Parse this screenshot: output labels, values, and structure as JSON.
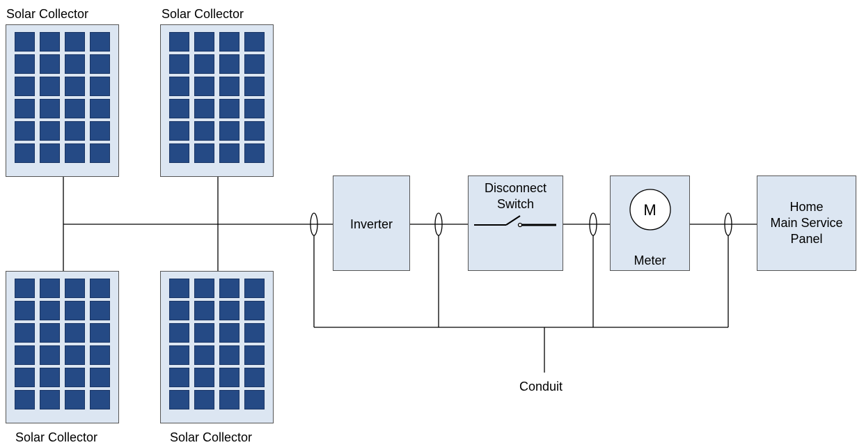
{
  "panels": {
    "top_left": "Solar Collector",
    "top_right": "Solar Collector",
    "bottom_left": "Solar Collector",
    "bottom_right": "Solar Collector"
  },
  "inverter": "Inverter",
  "disconnect": {
    "line1": "Disconnect",
    "line2": "Switch"
  },
  "meter": {
    "symbol": "M",
    "label": "Meter"
  },
  "panel": {
    "line1": "Home",
    "line2": "Main Service",
    "line3": "Panel"
  },
  "conduit": "Conduit",
  "colors": {
    "box_fill": "#dce6f2",
    "cell_fill": "#254a85",
    "line": "#000000"
  }
}
